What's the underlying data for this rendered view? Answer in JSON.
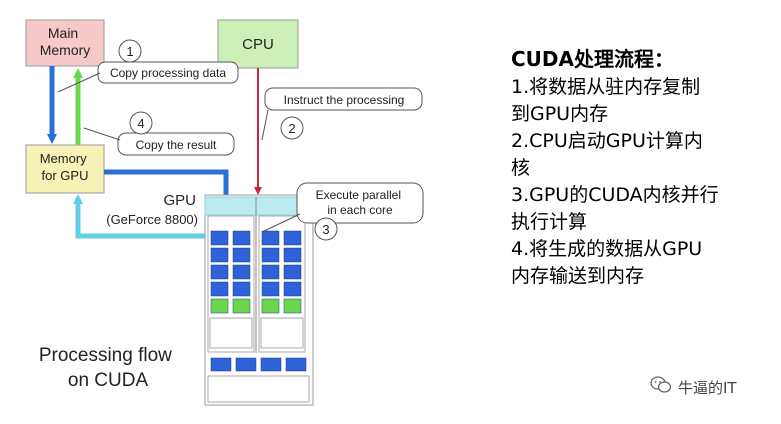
{
  "diagram": {
    "main_memory": "Main\nMemory",
    "cpu": "CPU",
    "memory_gpu": "Memory\nfor GPU",
    "gpu_label": "GPU",
    "gpu_model": "(GeForce 8800)",
    "flow_title": "Processing flow\non CUDA",
    "callouts": [
      {
        "num": "1",
        "text": "Copy processing data"
      },
      {
        "num": "2",
        "text": "Instruct the processing"
      },
      {
        "num": "3",
        "text": "Execute parallel\nin each core"
      },
      {
        "num": "4",
        "text": "Copy the result"
      }
    ]
  },
  "right_panel": {
    "title": "CUDA处理流程：",
    "lines": [
      "1.将数据从驻内存复制",
      "到GPU内存",
      "2.CPU启动GPU计算内",
      "核",
      "3.GPU的CUDA内核并行",
      "执行计算",
      "4.将生成的数据从GPU",
      "内存输送到内存"
    ]
  },
  "watermark": {
    "text": "牛逼的IT",
    "icon": "wechat-icon"
  },
  "colors": {
    "main_memory_fill": "#f7c9c9",
    "cpu_fill": "#ccf0b8",
    "memory_gpu_fill": "#f7f2b5",
    "core_blue": "#2e62d6",
    "core_green": "#6cd64c",
    "cache_cyan": "#b8ecf2",
    "arrow_blue": "#2a6fd6",
    "arrow_red": "#c8283c",
    "arrow_cyan": "#5fd0e8"
  }
}
